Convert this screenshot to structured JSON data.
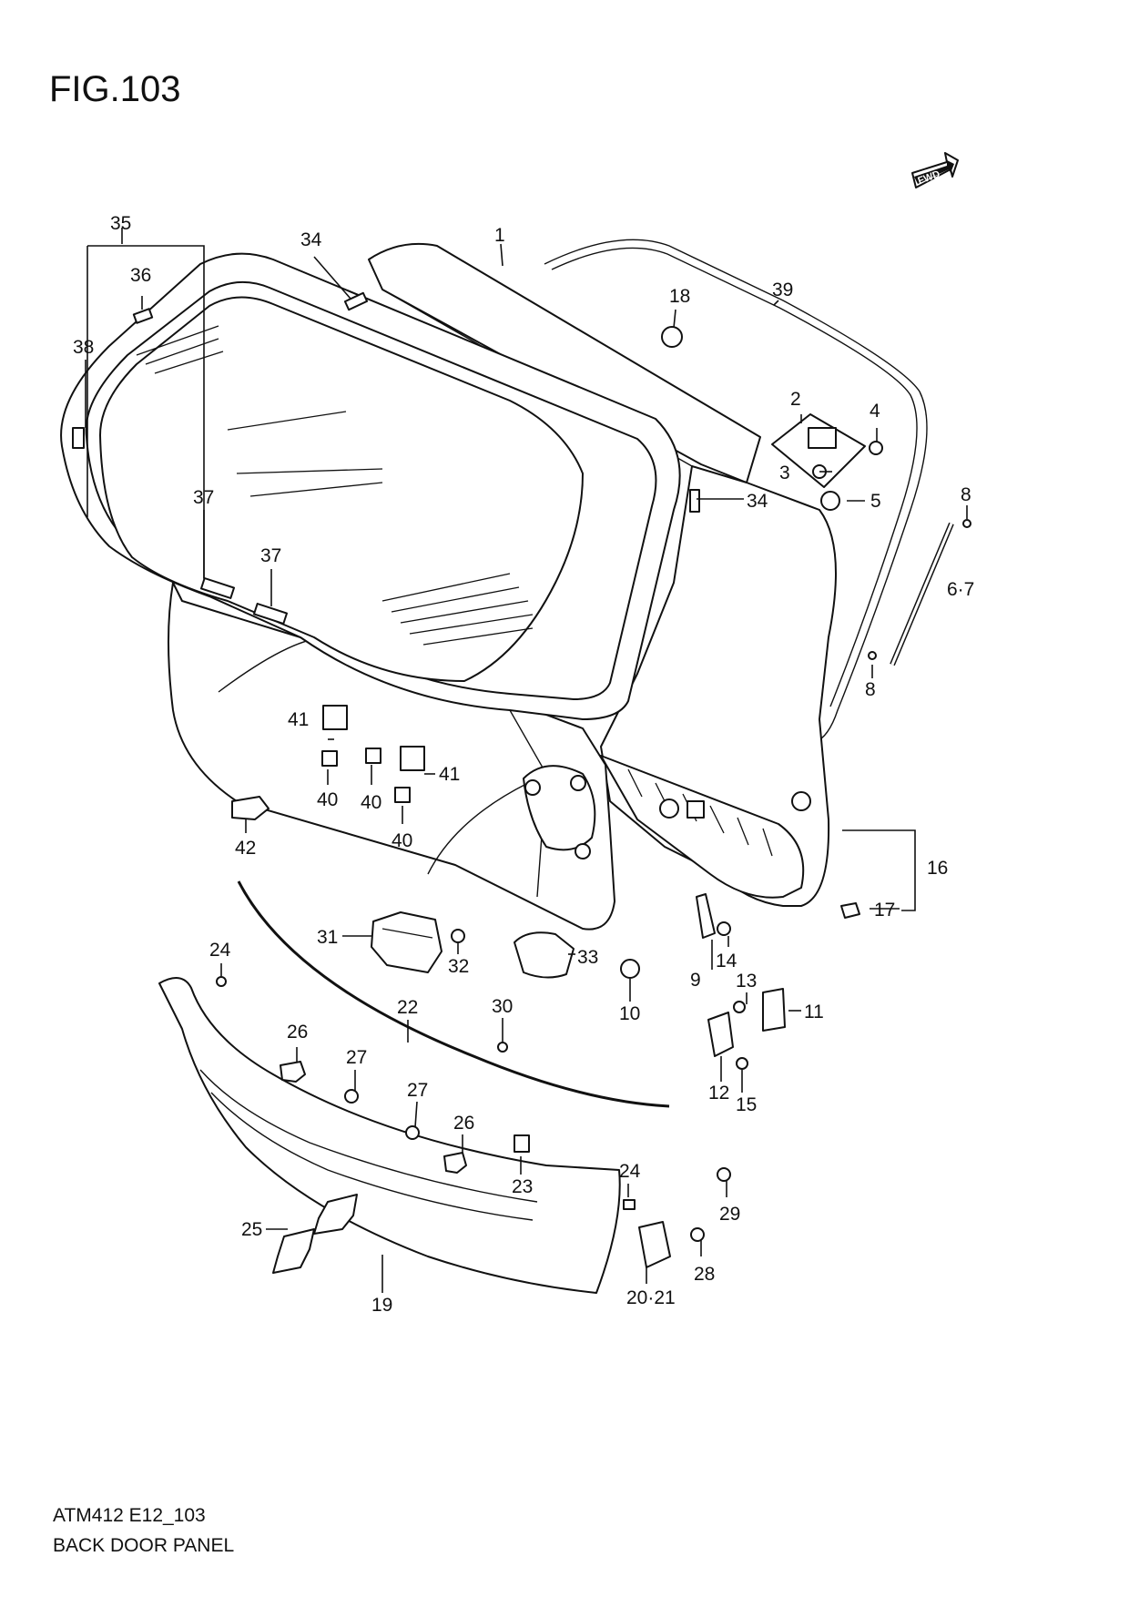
{
  "figure": {
    "title": "FIG.103",
    "fwd_label": "FWD"
  },
  "footer": {
    "code": "ATM412 E12_103",
    "name": "BACK DOOR PANEL"
  },
  "callouts": [
    {
      "id": "c1",
      "label": "1"
    },
    {
      "id": "c2",
      "label": "2"
    },
    {
      "id": "c3",
      "label": "3"
    },
    {
      "id": "c4",
      "label": "4"
    },
    {
      "id": "c5",
      "label": "5"
    },
    {
      "id": "c67",
      "label": "6·7"
    },
    {
      "id": "c8a",
      "label": "8"
    },
    {
      "id": "c8b",
      "label": "8"
    },
    {
      "id": "c9",
      "label": "9"
    },
    {
      "id": "c10",
      "label": "10"
    },
    {
      "id": "c11",
      "label": "11"
    },
    {
      "id": "c12",
      "label": "12"
    },
    {
      "id": "c13",
      "label": "13"
    },
    {
      "id": "c14",
      "label": "14"
    },
    {
      "id": "c15",
      "label": "15"
    },
    {
      "id": "c16",
      "label": "16"
    },
    {
      "id": "c17",
      "label": "17"
    },
    {
      "id": "c18",
      "label": "18"
    },
    {
      "id": "c19",
      "label": "19"
    },
    {
      "id": "c2021",
      "label": "20·21"
    },
    {
      "id": "c22",
      "label": "22"
    },
    {
      "id": "c23",
      "label": "23"
    },
    {
      "id": "c24a",
      "label": "24"
    },
    {
      "id": "c24b",
      "label": "24"
    },
    {
      "id": "c25",
      "label": "25"
    },
    {
      "id": "c26a",
      "label": "26"
    },
    {
      "id": "c26b",
      "label": "26"
    },
    {
      "id": "c27a",
      "label": "27"
    },
    {
      "id": "c27b",
      "label": "27"
    },
    {
      "id": "c28",
      "label": "28"
    },
    {
      "id": "c29",
      "label": "29"
    },
    {
      "id": "c30",
      "label": "30"
    },
    {
      "id": "c31",
      "label": "31"
    },
    {
      "id": "c32",
      "label": "32"
    },
    {
      "id": "c33",
      "label": "33"
    },
    {
      "id": "c34a",
      "label": "34"
    },
    {
      "id": "c34b",
      "label": "34"
    },
    {
      "id": "c35",
      "label": "35"
    },
    {
      "id": "c36",
      "label": "36"
    },
    {
      "id": "c37a",
      "label": "37"
    },
    {
      "id": "c37b",
      "label": "37"
    },
    {
      "id": "c38",
      "label": "38"
    },
    {
      "id": "c39",
      "label": "39"
    },
    {
      "id": "c40a",
      "label": "40"
    },
    {
      "id": "c40b",
      "label": "40"
    },
    {
      "id": "c40c",
      "label": "40"
    },
    {
      "id": "c41a",
      "label": "41"
    },
    {
      "id": "c41b",
      "label": "41"
    },
    {
      "id": "c42",
      "label": "42"
    }
  ]
}
